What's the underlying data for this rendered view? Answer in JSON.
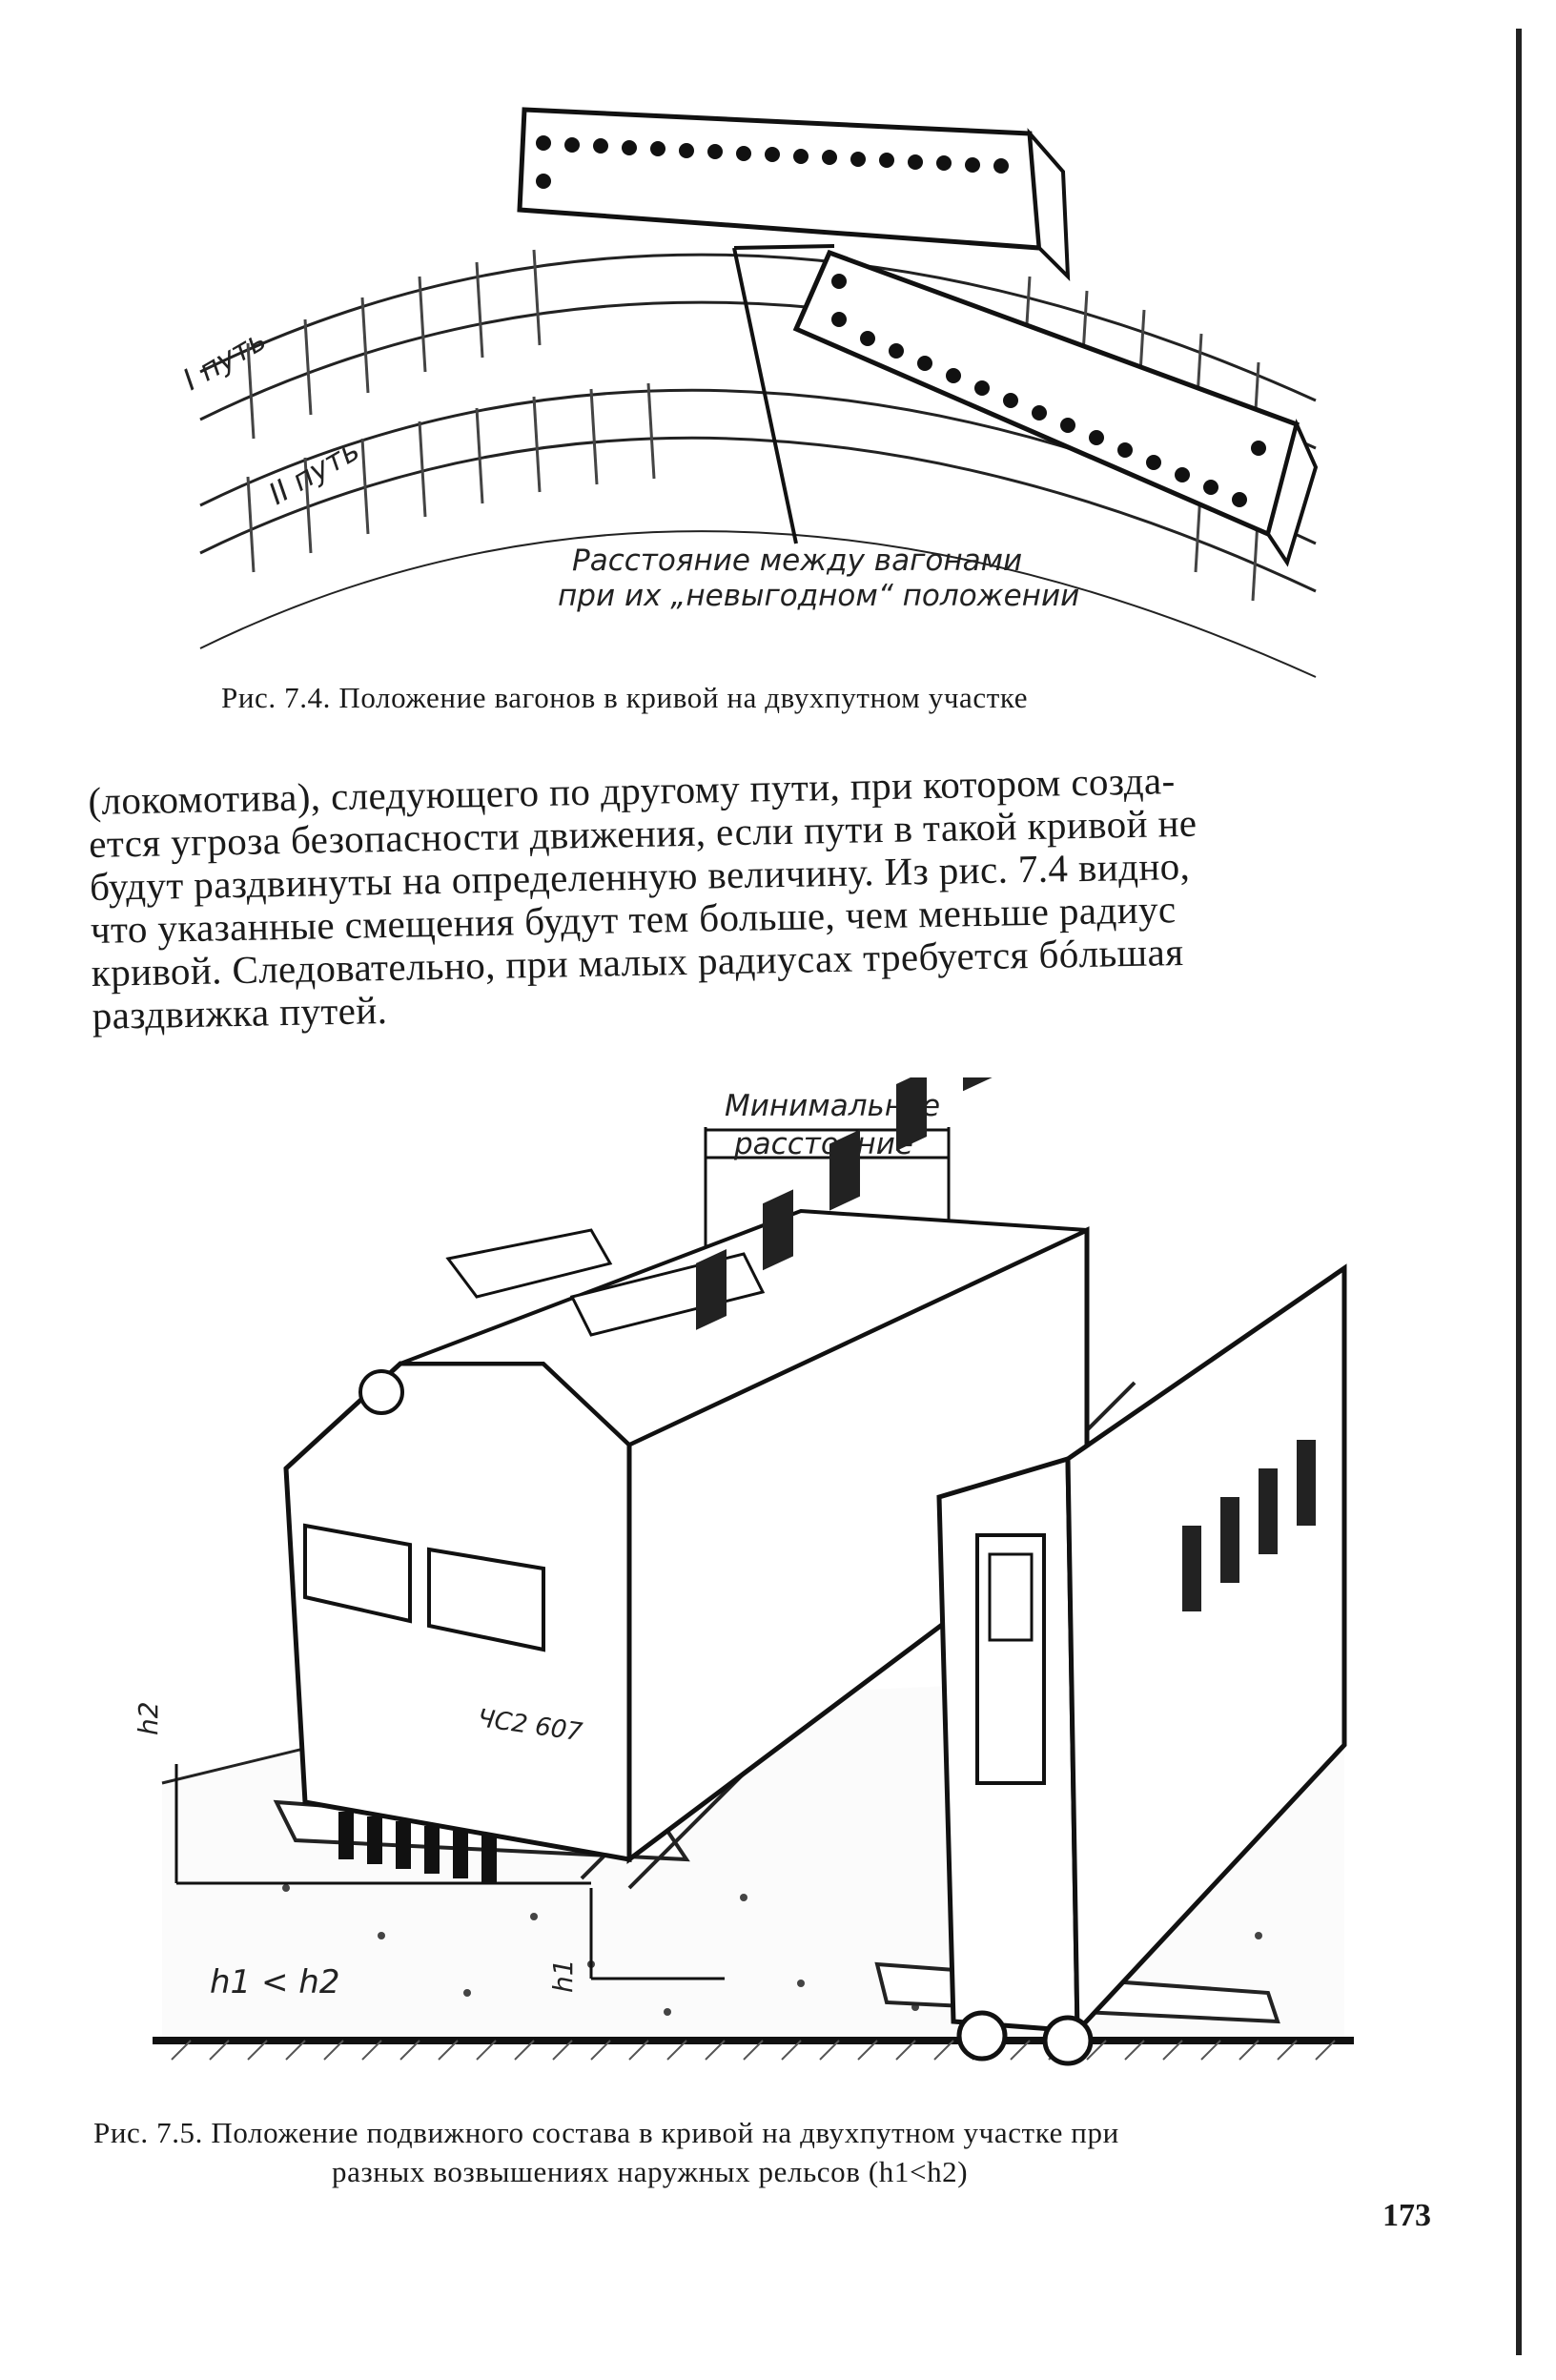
{
  "figure_1": {
    "track_labels": [
      "I путь",
      "II путь"
    ],
    "annotation_line1": "Расстояние между вагонами",
    "annotation_line2": "при их „невыгодном“ положении",
    "caption": "Рис. 7.4. Положение вагонов в кривой на двухпутном участке"
  },
  "body": {
    "lines": [
      "(локомотива), следующего по другому пути, при котором созда-",
      "ется угроза безопасности движения, если пути в такой кривой не",
      "будут раздвинуты на определенную величину. Из рис. 7.4 видно,",
      "что указанные смещения будут тем больше, чем меньше радиус",
      "кривой. Следовательно, при малых радиусах требуется бóльшая",
      "раздвижка путей."
    ]
  },
  "figure_2": {
    "distance_label_line1": "Минимальное",
    "distance_label_line2": "расстояние",
    "locomotive_number": "ЧС2 607",
    "h2_label": "h2",
    "h1_label": "h1",
    "relation_label": "h1 < h2",
    "caption_line1": "Рис. 7.5. Положение подвижного состава в кривой на двухпутном участке при",
    "caption_line2": "разных возвышениях наружных рельсов (h1<h2)"
  },
  "page_number": "173"
}
